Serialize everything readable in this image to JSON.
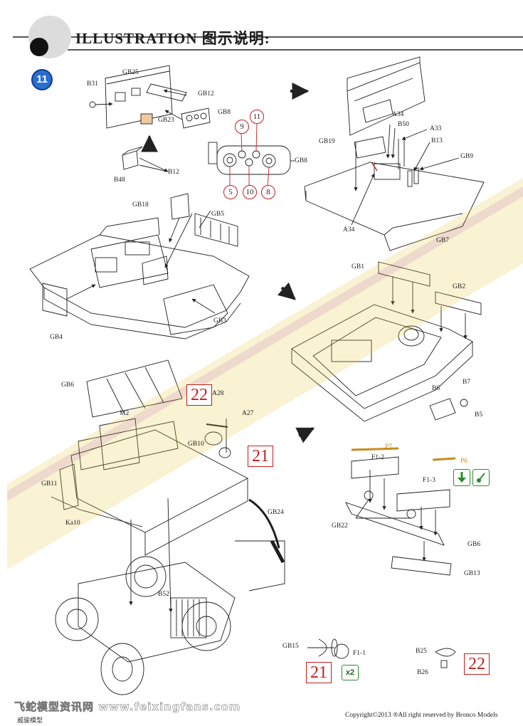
{
  "header": {
    "title": "ILLUSTRATION 图示说明:"
  },
  "step": {
    "number": "11"
  },
  "labels": {
    "B31": "B31",
    "GB25": "GB25",
    "GB12": "GB12",
    "GB23": "GB23",
    "GB8_top": "GB8",
    "B48": "B48",
    "B12": "B12",
    "GB8_detail": "GB8",
    "A34_top": "A34",
    "B50": "B50",
    "A33": "A33",
    "B13": "B13",
    "GB19": "GB19",
    "GB9": "GB9",
    "A34_bottom": "A34",
    "GB7": "GB7",
    "GB18": "GB18",
    "GB5": "GB5",
    "GB4": "GB4",
    "GB3": "GB3",
    "GB1": "GB1",
    "GB2": "GB2",
    "B6": "B6",
    "B7": "B7",
    "B5": "B5",
    "GB6_top": "GB6",
    "A28": "A28",
    "A27": "A27",
    "M2": "M2",
    "GB10": "GB10",
    "GB11": "GB11",
    "Ka10": "Ka10",
    "GB24": "GB24",
    "B52": "B52",
    "P7": "P7",
    "F1_2": "F1-2",
    "P6": "P6",
    "F1_3": "F1-3",
    "GB22": "GB22",
    "GB6_bottom": "GB6",
    "GB13": "GB13",
    "GB15": "GB15",
    "F1_1": "F1-1",
    "B25": "B25",
    "B26": "B26"
  },
  "gauge_callouts": [
    "9",
    "11",
    "5",
    "10",
    "8"
  ],
  "color_refs": {
    "ref_22_top": "22",
    "ref_21_top": "21",
    "ref_21_bottom": "21",
    "ref_22_bottom": "22"
  },
  "badges": {
    "x2": "x2"
  },
  "footer": {
    "copyright": "Copyright©2013  ®All right reserved by Bronco Models",
    "left_text": "威骏模型",
    "watermark": "飞蛇模型资讯网 www.feixingfans.com"
  },
  "colors": {
    "step_badge": "#2a6fd0",
    "color_ref_red": "#c41e1e",
    "paint_green": "#2d8a2d",
    "part_orange": "#c88a1e"
  }
}
